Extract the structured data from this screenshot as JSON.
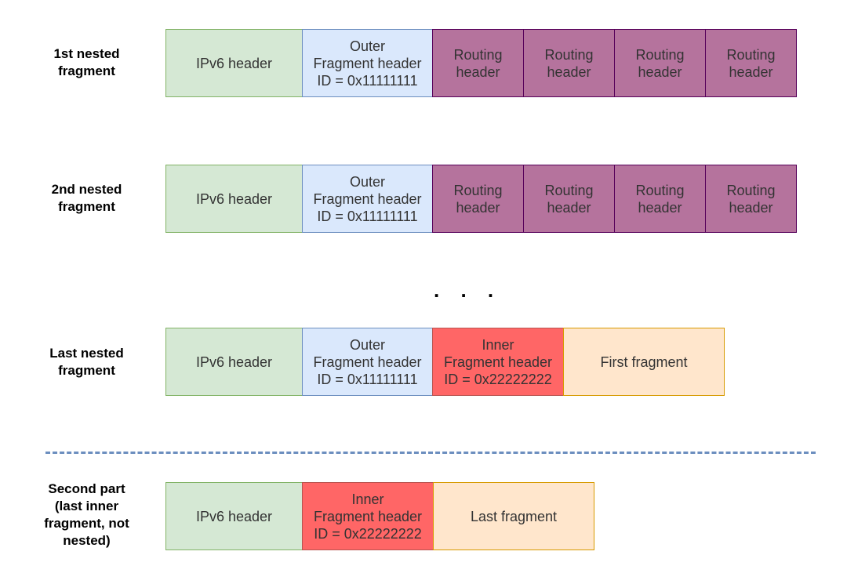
{
  "rows": [
    {
      "label_lines": [
        "1st nested",
        "fragment"
      ],
      "cells": [
        {
          "kind": "ipv6",
          "lines": [
            "IPv6 header"
          ]
        },
        {
          "kind": "outer",
          "lines": [
            "Outer",
            "Fragment header",
            "ID = 0x11111111"
          ]
        },
        {
          "kind": "route",
          "lines": [
            "Routing",
            "header"
          ]
        },
        {
          "kind": "route",
          "lines": [
            "Routing",
            "header"
          ]
        },
        {
          "kind": "route",
          "lines": [
            "Routing",
            "header"
          ]
        },
        {
          "kind": "route",
          "lines": [
            "Routing",
            "header"
          ]
        }
      ]
    },
    {
      "label_lines": [
        "2nd nested",
        "fragment"
      ],
      "cells": [
        {
          "kind": "ipv6",
          "lines": [
            "IPv6 header"
          ]
        },
        {
          "kind": "outer",
          "lines": [
            "Outer",
            "Fragment header",
            "ID = 0x11111111"
          ]
        },
        {
          "kind": "route",
          "lines": [
            "Routing",
            "header"
          ]
        },
        {
          "kind": "route",
          "lines": [
            "Routing",
            "header"
          ]
        },
        {
          "kind": "route",
          "lines": [
            "Routing",
            "header"
          ]
        },
        {
          "kind": "route",
          "lines": [
            "Routing",
            "header"
          ]
        }
      ]
    },
    {
      "label_lines": [
        "Last nested",
        "fragment"
      ],
      "cells": [
        {
          "kind": "ipv6",
          "lines": [
            "IPv6 header"
          ]
        },
        {
          "kind": "outer",
          "lines": [
            "Outer",
            "Fragment header",
            "ID = 0x11111111"
          ]
        },
        {
          "kind": "inner",
          "lines": [
            "Inner",
            "Fragment header",
            "ID = 0x22222222"
          ]
        },
        {
          "kind": "frag-first",
          "lines": [
            "First fragment"
          ]
        }
      ]
    },
    {
      "label_lines": [
        "Second part",
        "(last inner",
        "fragment, not",
        "nested)"
      ],
      "cells": [
        {
          "kind": "ipv6",
          "lines": [
            "IPv6 header"
          ]
        },
        {
          "kind": "inner",
          "lines": [
            "Inner",
            "Fragment header",
            "ID = 0x22222222"
          ]
        },
        {
          "kind": "frag-last",
          "lines": [
            "Last fragment"
          ]
        }
      ]
    }
  ],
  "ellipsis": ". . .",
  "colors": {
    "ipv6_fill": "#d5e8d4",
    "outer_fill": "#dae8fc",
    "routing_fill": "#b5739d",
    "inner_fill": "#ff6666",
    "fragment_fill": "#ffe6cc",
    "divider": "#6c8ebf"
  }
}
